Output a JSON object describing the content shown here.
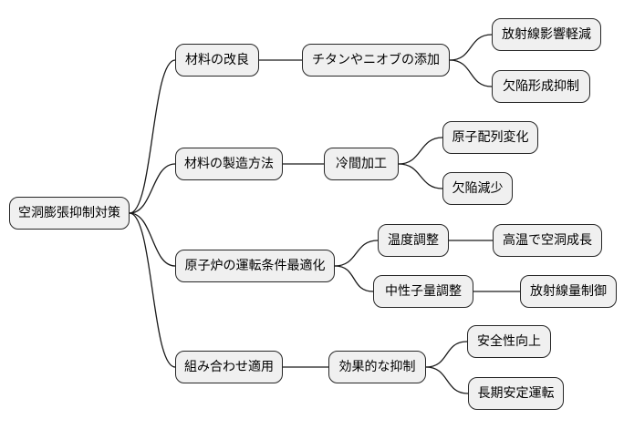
{
  "diagram": {
    "type": "mindmap",
    "background_color": "#ffffff",
    "node_fill_color": "#f0f0f0",
    "node_border_color": "#262626",
    "edge_color": "#1a1a1a",
    "text_color": "#000000",
    "root": {
      "id": "root",
      "label": "空洞膨張抑制対策",
      "children": [
        {
          "id": "b1",
          "label": "材料の改良",
          "children": [
            {
              "id": "b1c1",
              "label": "チタンやニオブの添加",
              "children": [
                {
                  "id": "b1c1a",
                  "label": "放射線影響軽減"
                },
                {
                  "id": "b1c1b",
                  "label": "欠陥形成抑制"
                }
              ]
            }
          ]
        },
        {
          "id": "b2",
          "label": "材料の製造方法",
          "children": [
            {
              "id": "b2c1",
              "label": "冷間加工",
              "children": [
                {
                  "id": "b2c1a",
                  "label": "原子配列変化"
                },
                {
                  "id": "b2c1b",
                  "label": "欠陥減少"
                }
              ]
            }
          ]
        },
        {
          "id": "b3",
          "label": "原子炉の運転条件最適化",
          "children": [
            {
              "id": "b3c1",
              "label": "温度調整",
              "children": [
                {
                  "id": "b3c1a",
                  "label": "高温で空洞成長"
                }
              ]
            },
            {
              "id": "b3c2",
              "label": "中性子量調整",
              "children": [
                {
                  "id": "b3c2a",
                  "label": "放射線量制御"
                }
              ]
            }
          ]
        },
        {
          "id": "b4",
          "label": "組み合わせ適用",
          "children": [
            {
              "id": "b4c1",
              "label": "効果的な抑制",
              "children": [
                {
                  "id": "b4c1a",
                  "label": "安全性向上"
                },
                {
                  "id": "b4c1b",
                  "label": "長期安定運転"
                }
              ]
            }
          ]
        }
      ]
    }
  }
}
